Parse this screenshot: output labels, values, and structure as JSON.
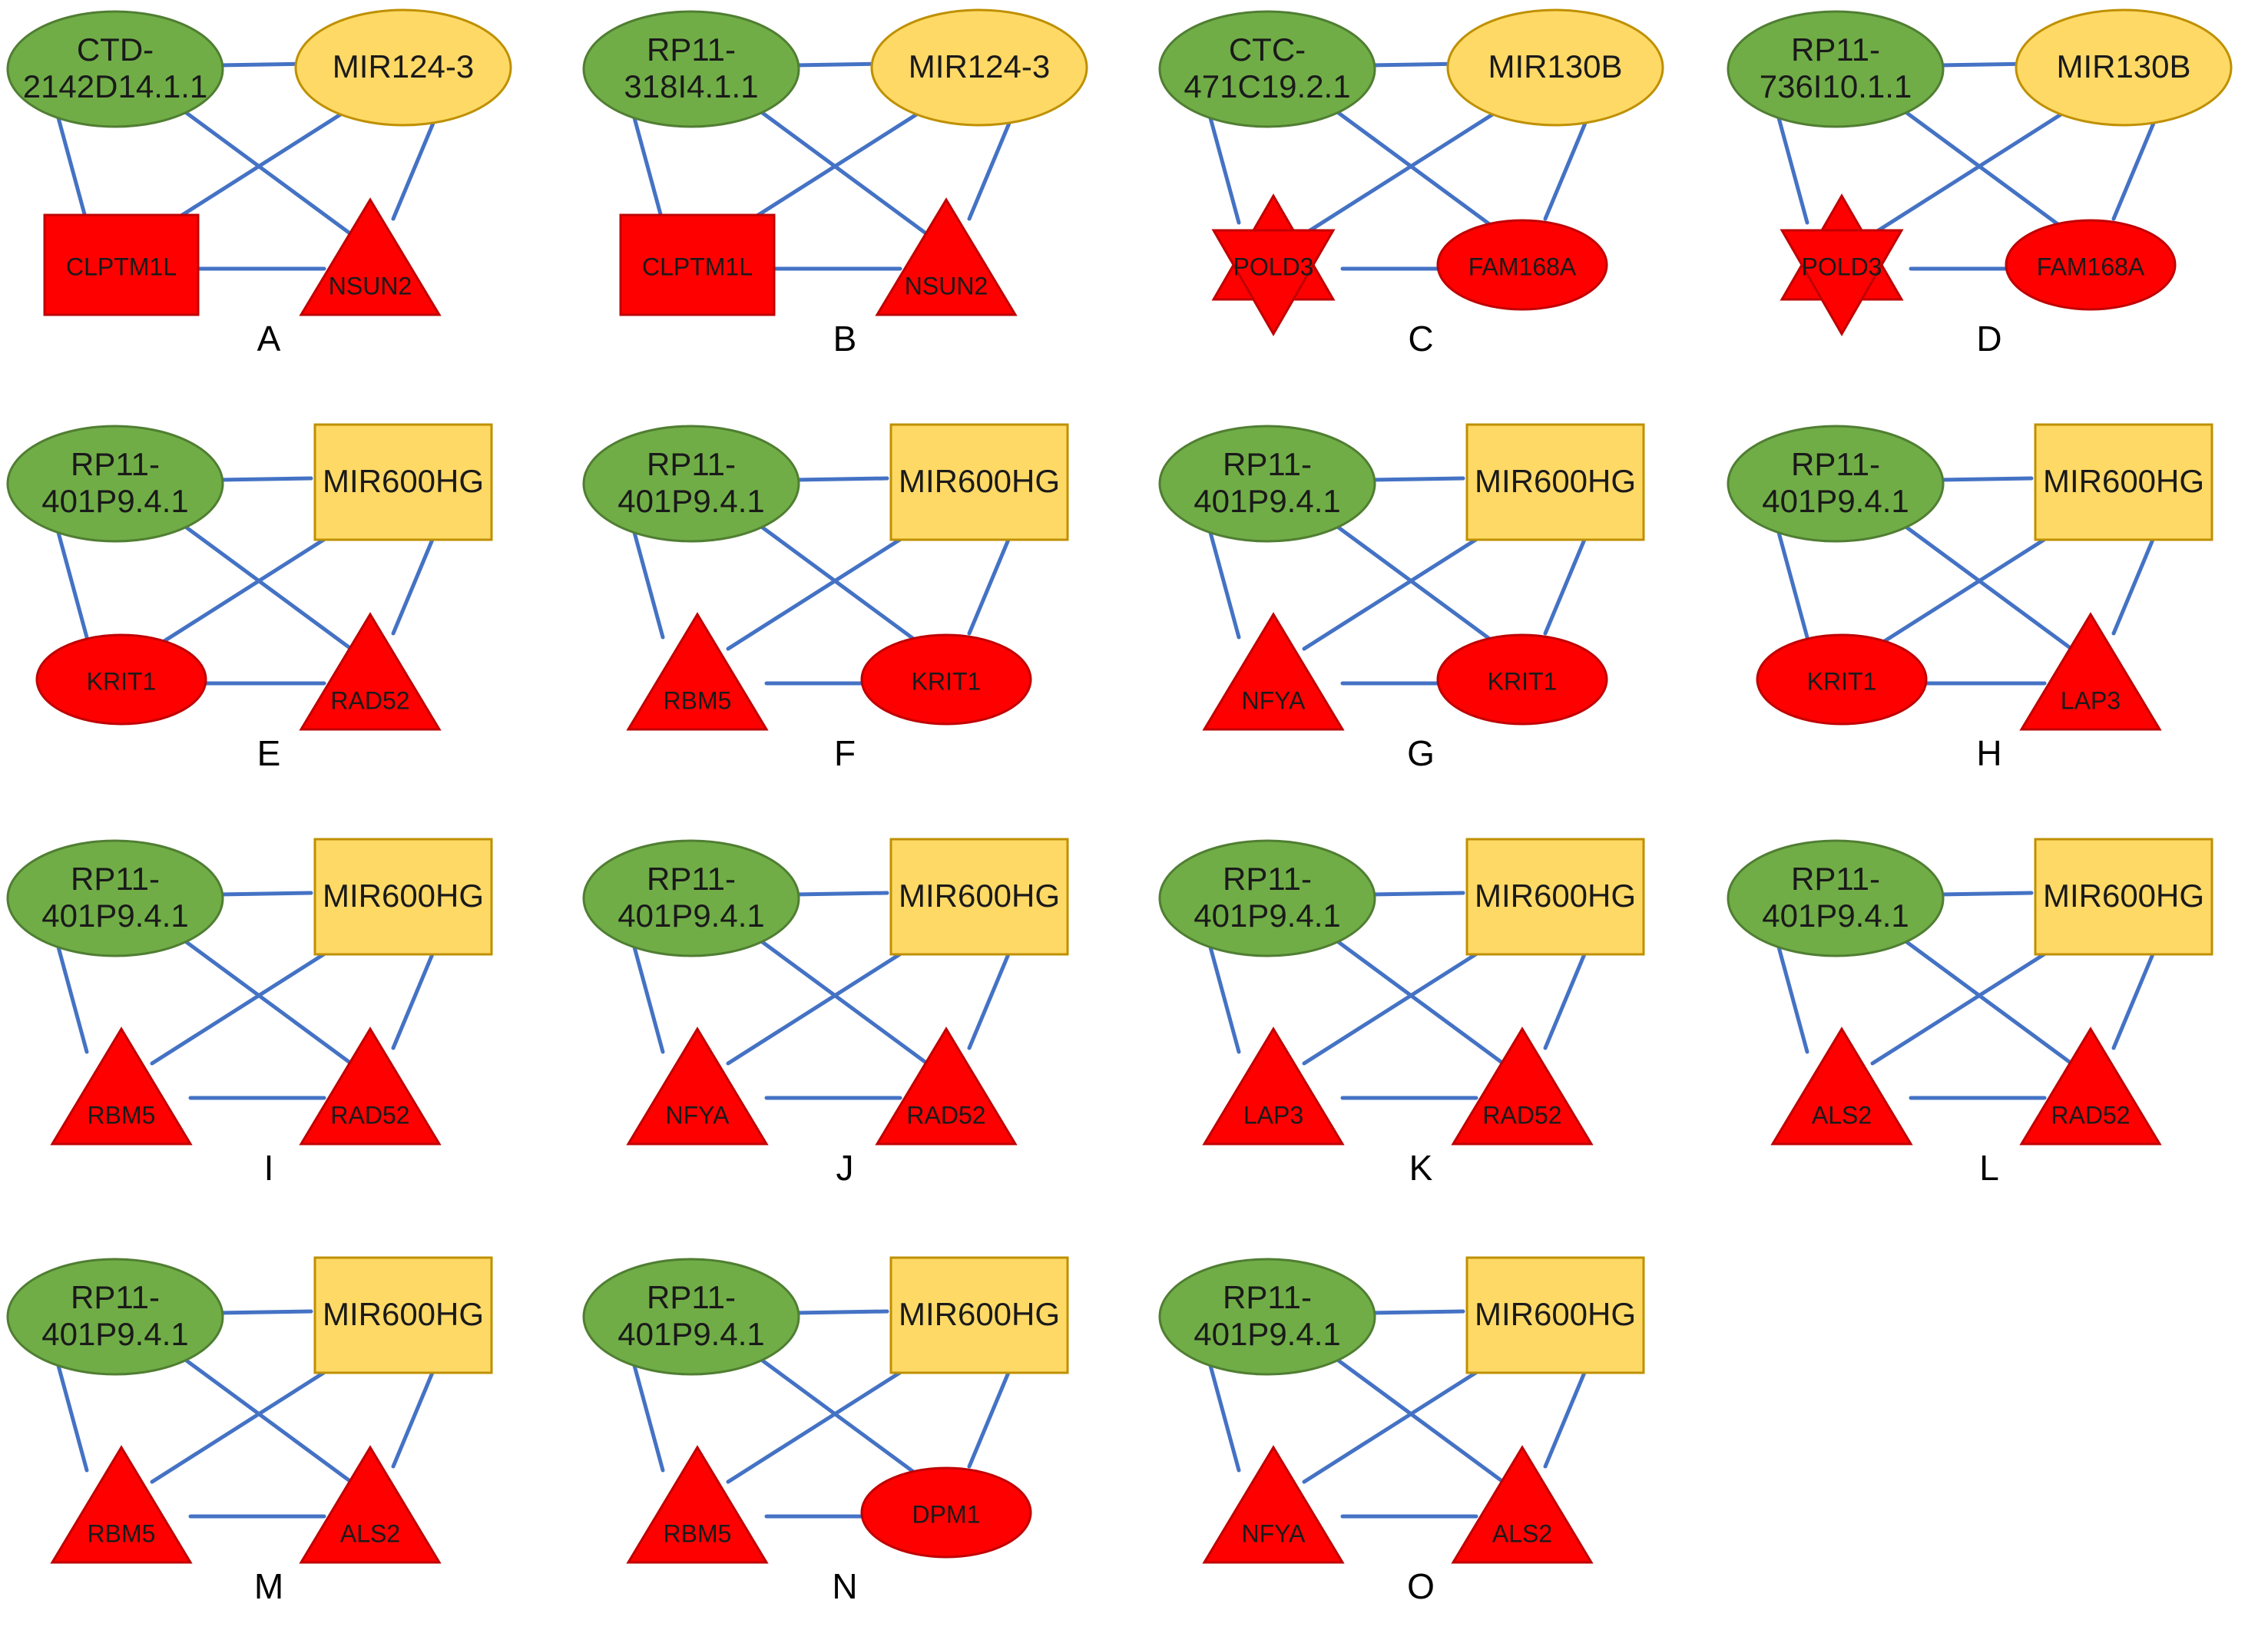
{
  "panels": [
    {
      "letter": "A",
      "lnc": [
        "CTD-",
        "2142D14.1.1"
      ],
      "mir": "MIR124-3",
      "mir_shape": "ellipse",
      "g1": {
        "label": "CLPTM1L",
        "shape": "rect"
      },
      "g2": {
        "label": "NSUN2",
        "shape": "triangle"
      }
    },
    {
      "letter": "B",
      "lnc": [
        "RP11-",
        "318I4.1.1"
      ],
      "mir": "MIR124-3",
      "mir_shape": "ellipse",
      "g1": {
        "label": "CLPTM1L",
        "shape": "rect"
      },
      "g2": {
        "label": "NSUN2",
        "shape": "triangle"
      }
    },
    {
      "letter": "C",
      "lnc": [
        "CTC-",
        "471C19.2.1"
      ],
      "mir": "MIR130B",
      "mir_shape": "ellipse",
      "g1": {
        "label": "POLD3",
        "shape": "star"
      },
      "g2": {
        "label": "FAM168A",
        "shape": "ellipse"
      }
    },
    {
      "letter": "D",
      "lnc": [
        "RP11-",
        "736I10.1.1"
      ],
      "mir": "MIR130B",
      "mir_shape": "ellipse",
      "g1": {
        "label": "POLD3",
        "shape": "star"
      },
      "g2": {
        "label": "FAM168A",
        "shape": "ellipse"
      }
    },
    {
      "letter": "E",
      "lnc": [
        "RP11-",
        "401P9.4.1"
      ],
      "mir": "MIR600HG",
      "mir_shape": "rect",
      "g1": {
        "label": "KRIT1",
        "shape": "ellipse"
      },
      "g2": {
        "label": "RAD52",
        "shape": "triangle"
      }
    },
    {
      "letter": "F",
      "lnc": [
        "RP11-",
        "401P9.4.1"
      ],
      "mir": "MIR600HG",
      "mir_shape": "rect",
      "g1": {
        "label": "RBM5",
        "shape": "triangle"
      },
      "g2": {
        "label": "KRIT1",
        "shape": "ellipse"
      }
    },
    {
      "letter": "G",
      "lnc": [
        "RP11-",
        "401P9.4.1"
      ],
      "mir": "MIR600HG",
      "mir_shape": "rect",
      "g1": {
        "label": "NFYA",
        "shape": "triangle"
      },
      "g2": {
        "label": "KRIT1",
        "shape": "ellipse"
      }
    },
    {
      "letter": "H",
      "lnc": [
        "RP11-",
        "401P9.4.1"
      ],
      "mir": "MIR600HG",
      "mir_shape": "rect",
      "g1": {
        "label": "KRIT1",
        "shape": "ellipse"
      },
      "g2": {
        "label": "LAP3",
        "shape": "triangle"
      }
    },
    {
      "letter": "I",
      "lnc": [
        "RP11-",
        "401P9.4.1"
      ],
      "mir": "MIR600HG",
      "mir_shape": "rect",
      "g1": {
        "label": "RBM5",
        "shape": "triangle"
      },
      "g2": {
        "label": "RAD52",
        "shape": "triangle"
      }
    },
    {
      "letter": "J",
      "lnc": [
        "RP11-",
        "401P9.4.1"
      ],
      "mir": "MIR600HG",
      "mir_shape": "rect",
      "g1": {
        "label": "NFYA",
        "shape": "triangle"
      },
      "g2": {
        "label": "RAD52",
        "shape": "triangle"
      }
    },
    {
      "letter": "K",
      "lnc": [
        "RP11-",
        "401P9.4.1"
      ],
      "mir": "MIR600HG",
      "mir_shape": "rect",
      "g1": {
        "label": "LAP3",
        "shape": "triangle"
      },
      "g2": {
        "label": "RAD52",
        "shape": "triangle"
      }
    },
    {
      "letter": "L",
      "lnc": [
        "RP11-",
        "401P9.4.1"
      ],
      "mir": "MIR600HG",
      "mir_shape": "rect",
      "g1": {
        "label": "ALS2",
        "shape": "triangle"
      },
      "g2": {
        "label": "RAD52",
        "shape": "triangle"
      }
    },
    {
      "letter": "M",
      "lnc": [
        "RP11-",
        "401P9.4.1"
      ],
      "mir": "MIR600HG",
      "mir_shape": "rect",
      "g1": {
        "label": "RBM5",
        "shape": "triangle"
      },
      "g2": {
        "label": "ALS2",
        "shape": "triangle"
      }
    },
    {
      "letter": "N",
      "lnc": [
        "RP11-",
        "401P9.4.1"
      ],
      "mir": "MIR600HG",
      "mir_shape": "rect",
      "g1": {
        "label": "RBM5",
        "shape": "triangle"
      },
      "g2": {
        "label": "DPM1",
        "shape": "ellipse"
      }
    },
    {
      "letter": "O",
      "lnc": [
        "RP11-",
        "401P9.4.1"
      ],
      "mir": "MIR600HG",
      "mir_shape": "rect",
      "g1": {
        "label": "NFYA",
        "shape": "triangle"
      },
      "g2": {
        "label": "ALS2",
        "shape": "triangle"
      }
    }
  ],
  "colors": {
    "lncrna_fill": "#70AD47",
    "mirna_fill": "#FFD966",
    "gene_fill": "#FF0000",
    "edge": "#4472C4"
  }
}
